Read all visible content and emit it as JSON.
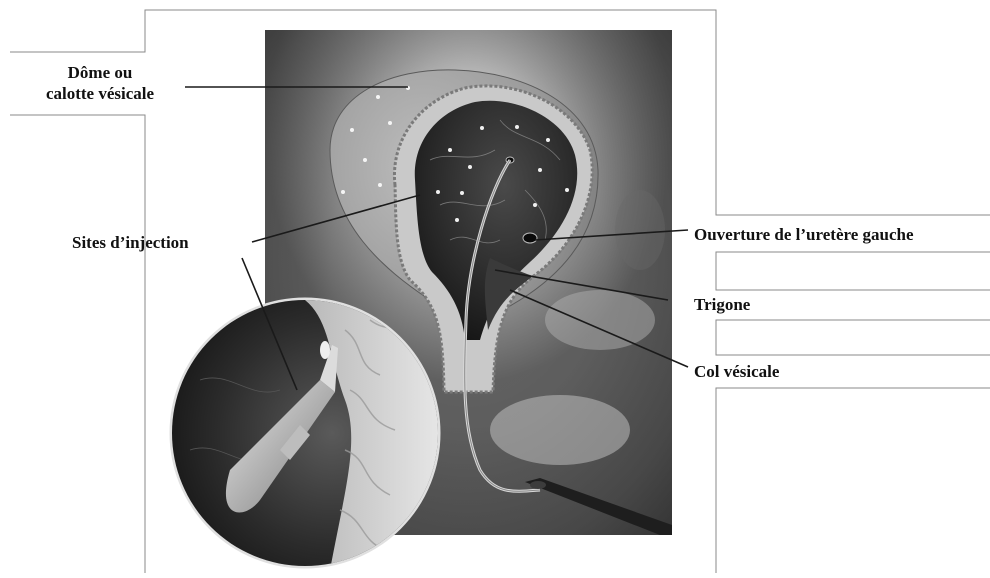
{
  "labels": {
    "dome_line1": "Dôme ou",
    "dome_line2": "calotte vésicale",
    "injection": "Sites d’injection",
    "ureter": "Ouverture de l’uretère gauche",
    "trigone": "Trigone",
    "neck": "Col vésicale"
  },
  "colors": {
    "frame": "#8a8a8a",
    "text": "#111111",
    "leader": "#1a1a1a"
  }
}
